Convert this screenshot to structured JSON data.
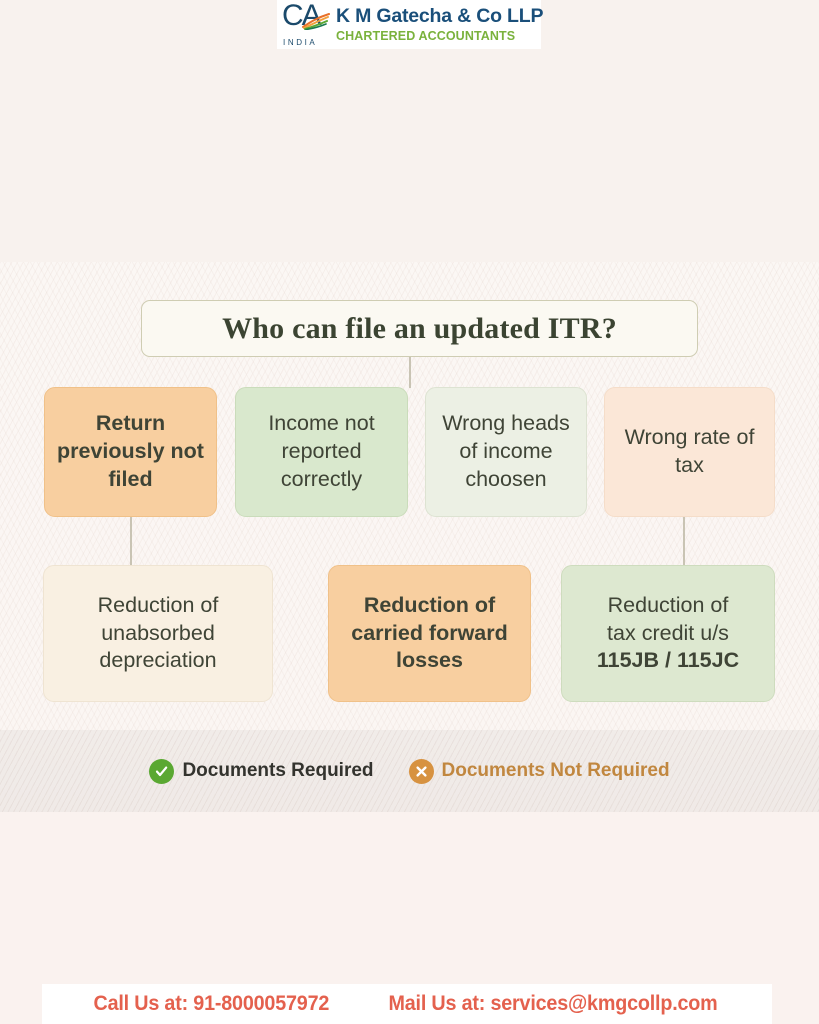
{
  "brand": {
    "logo_mark_letters": "CA",
    "logo_mark_country": "INDIA",
    "firm_name": "K M Gatecha & Co LLP",
    "firm_tagline": "CHARTERED ACCOUNTANTS",
    "logo_icon_name": "ca-india-logo-icon",
    "colors": {
      "navy": "#1a4f7a",
      "green": "#7ab23c"
    }
  },
  "title": {
    "text": "Who can file an updated ITR?"
  },
  "flow": {
    "row1": [
      {
        "label": "Return previously not filed",
        "tint": "orange",
        "bold": true,
        "doc_status": "not-required"
      },
      {
        "label": "Income not reported correctly",
        "tint": "green",
        "bold": false,
        "doc_status": "required"
      },
      {
        "label": "Wrong heads of income choosen",
        "tint": "green-pale",
        "bold": false,
        "doc_status": "required"
      },
      {
        "label": "Wrong rate of tax",
        "tint": "peach-pale",
        "bold": false,
        "doc_status": "not-required"
      }
    ],
    "row2": [
      {
        "label": "Reduction of unabsorbed depreciation",
        "tint": "cream",
        "bold": false,
        "doc_status": "not-required"
      },
      {
        "label": "Reduction of carried forward losses",
        "tint": "orange",
        "bold": true,
        "doc_status": "not-required"
      },
      {
        "label_line1": "Reduction of",
        "label_line2": "tax credit u/s",
        "label_line3": "115JB / 115JC",
        "tint": "green-soft",
        "bold": false,
        "doc_status": "required"
      }
    ]
  },
  "legend": [
    {
      "label": "Documents Required",
      "icon": "check-circle-icon",
      "color": "#5aa832"
    },
    {
      "label": "Documents Not Required",
      "icon": "cross-circle-icon",
      "color": "#d79240"
    }
  ],
  "footer": {
    "call_label": "Call Us at: 91-8000057972",
    "mail_label": "Mail Us at: services@kmgcollp.com",
    "color": "#e4614e"
  }
}
